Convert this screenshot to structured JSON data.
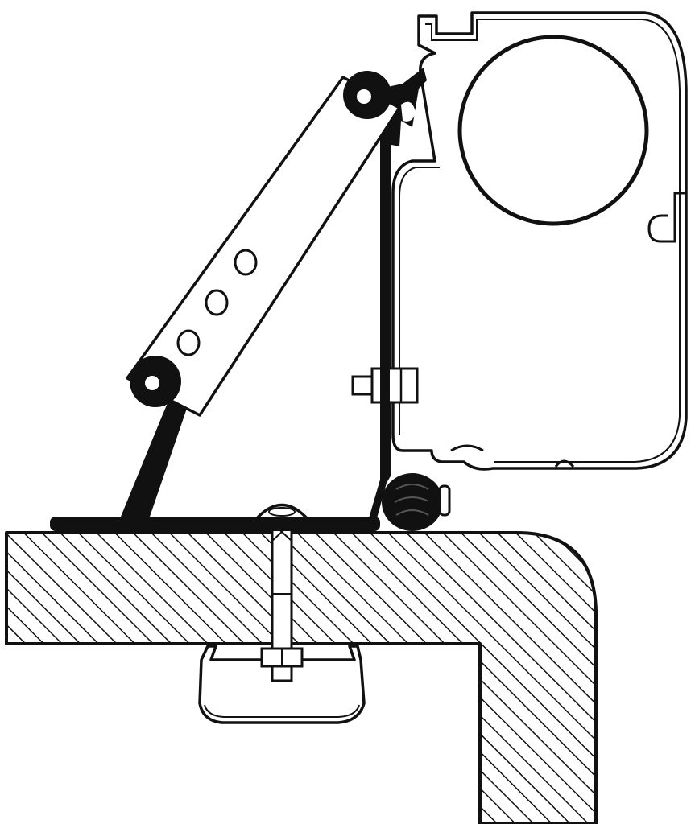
{
  "diagram": {
    "kind": "technical-line-drawing",
    "colors": {
      "ink": "#111111",
      "paper": "#ffffff"
    },
    "parts": [
      "roof-wall-section",
      "awning-cassette",
      "awning-roller-tube",
      "mounting-bracket-base",
      "bracket-upright",
      "adjustable-strut-arm",
      "strut-arm-holes",
      "through-bolt",
      "counter-plate",
      "clamp-bolt-nut",
      "locking-knob"
    ]
  }
}
